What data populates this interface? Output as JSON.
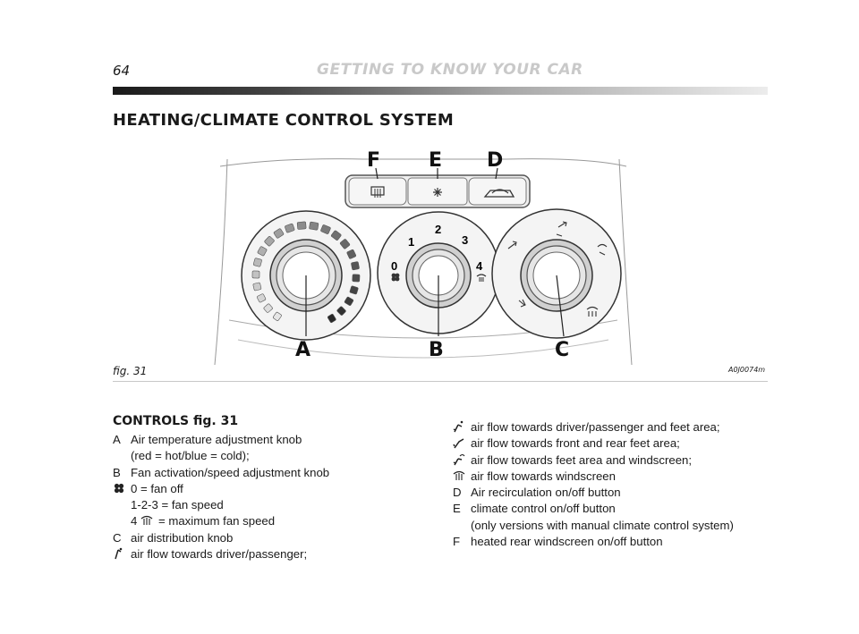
{
  "header": {
    "page_number": "64",
    "chapter_title": "GETTING TO KNOW YOUR CAR"
  },
  "section": {
    "title": "HEATING/CLIMATE CONTROL SYSTEM"
  },
  "figure": {
    "caption": "fig. 31",
    "code": "A0J0074m",
    "callouts": {
      "a": "A",
      "b": "B",
      "c": "C",
      "d": "D",
      "e": "E",
      "f": "F"
    },
    "fan_scale": {
      "s0": "0",
      "s1": "1",
      "s2": "2",
      "s3": "3",
      "s4": "4"
    }
  },
  "controls": {
    "title": "CONTROLS fig. 31",
    "left": [
      {
        "key": "A",
        "text": "Air temperature adjustment knob"
      },
      {
        "key": "",
        "text": "(red = hot/blue = cold);",
        "indent": true
      },
      {
        "key": "B",
        "text": "Fan activation/speed adjustment knob"
      },
      {
        "icon": "fan-icon",
        "text": "0 = fan off"
      },
      {
        "key": "",
        "text": "1-2-3 = fan speed"
      },
      {
        "key": "",
        "text_before": "4",
        "icon": "windscreen-icon",
        "text": "= maximum fan speed"
      },
      {
        "key": "C",
        "text": "air distribution knob"
      },
      {
        "icon": "driver-airflow-icon",
        "text": "air flow towards driver/passenger;"
      }
    ],
    "right": [
      {
        "icon": "driver-feet-airflow-icon",
        "text": "air flow towards driver/passenger and feet area;"
      },
      {
        "icon": "feet-airflow-icon",
        "text": "air flow towards front and rear feet area;"
      },
      {
        "icon": "feet-windscreen-airflow-icon",
        "text": "air flow towards feet area and windscreen;"
      },
      {
        "icon": "windscreen-icon",
        "text": "air flow towards windscreen"
      },
      {
        "key": "D",
        "text": "Air recirculation on/off button"
      },
      {
        "key": "E",
        "text": "climate control on/off button"
      },
      {
        "key": "",
        "text": "(only versions with manual climate control system)",
        "indent": true
      },
      {
        "key": "F",
        "text": "heated rear windscreen on/off button"
      }
    ]
  }
}
